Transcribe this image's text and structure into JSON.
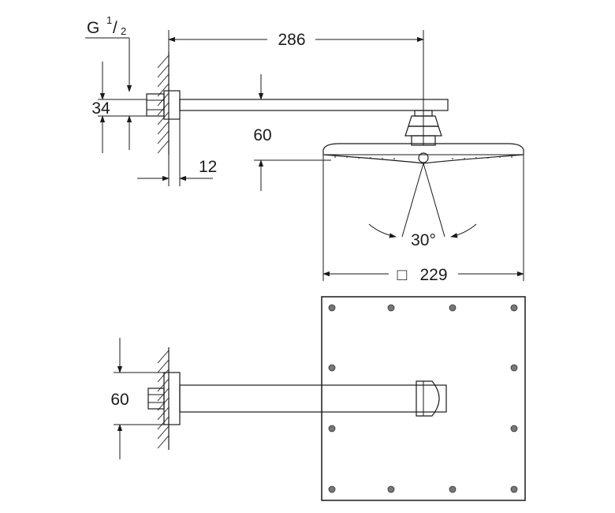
{
  "dimensions": {
    "thread_main": "G",
    "thread_sup": "1",
    "thread_sub": "2",
    "thread_slash": "/",
    "arm_length": "286",
    "side_height": "34",
    "head_drop": "60",
    "flange_depth": "12",
    "tilt_angle": "30°",
    "head_size": "229",
    "head_size_symbol": "□",
    "bottom_height": "60"
  }
}
